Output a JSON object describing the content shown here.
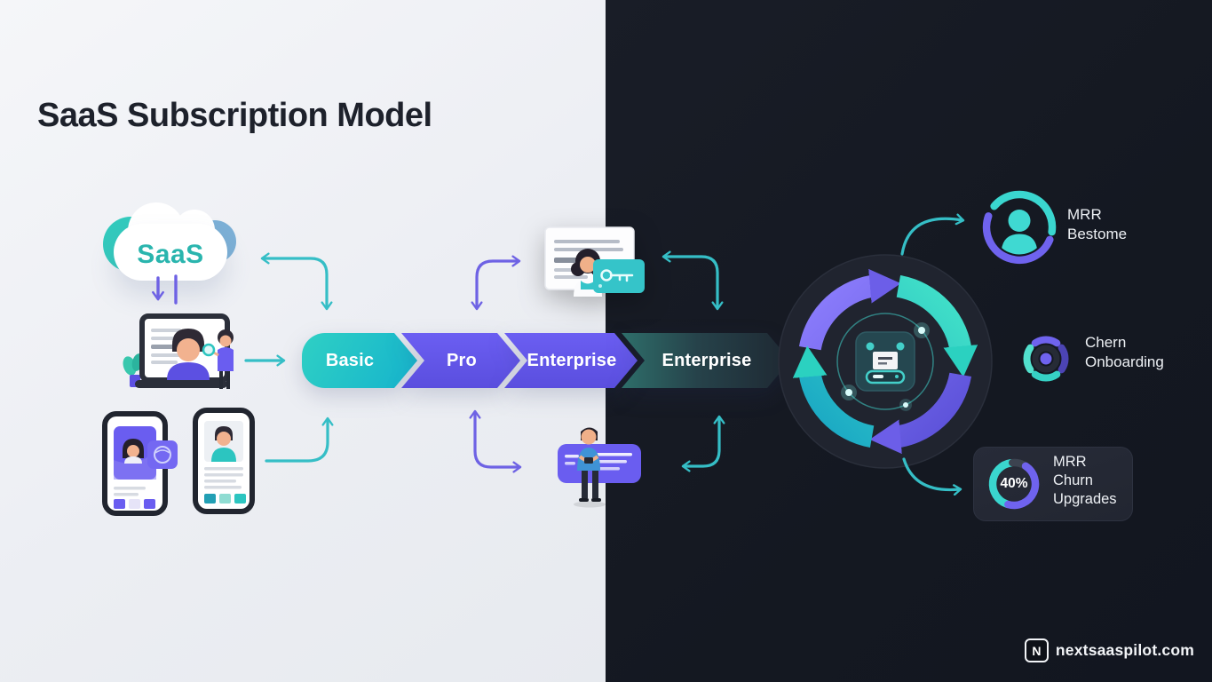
{
  "title": "SaaS Subscription Model",
  "cloud": {
    "label": "SaaS"
  },
  "funnel": {
    "stages": [
      {
        "label": "Basic"
      },
      {
        "label": "Pro"
      },
      {
        "label": "Enterprise"
      },
      {
        "label": "Enterprise"
      }
    ]
  },
  "metrics": {
    "retention": {
      "line1": "MRR",
      "line2": "Bestome"
    },
    "onboarding": {
      "line1": "Chern",
      "line2": "Onboarding"
    },
    "churn": {
      "value": "40%",
      "line1": "MRR",
      "line2": "Churn",
      "line3": "Upgrades"
    }
  },
  "footer": {
    "logo_letter": "N",
    "brand": "nextsaaspilot.com"
  },
  "colors": {
    "teal": "#2cc5c0",
    "purple": "#6a5df0",
    "light_bg": "#edeff3",
    "dark_bg": "#161a22"
  }
}
